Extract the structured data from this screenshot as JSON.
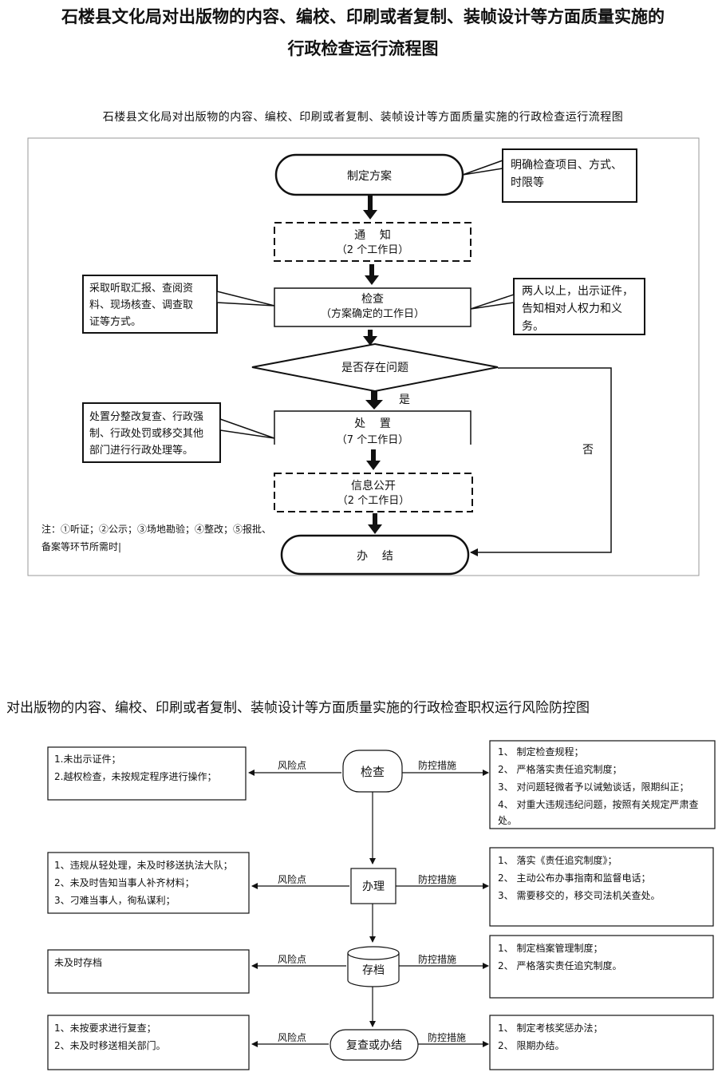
{
  "main_title": {
    "line1": "石楼县文化局对出版物的内容、编校、印刷或者复制、装帧设计等方面质量实施的",
    "line2": "行政检查运行流程图"
  },
  "flow1": {
    "title": "石楼县文化局对出版物的内容、编校、印刷或者复制、装帧设计等方面质量实施的行政检查运行流程图",
    "start": "制定方案",
    "start_note": [
      "明确检查项目、方式、",
      "时限等"
    ],
    "notify": [
      "通    知",
      "（2 个工作日）"
    ],
    "check": [
      "检查",
      "（方案确定的工作日）"
    ],
    "check_left_note": [
      "采取听取汇报、查阅资",
      "料、现场核查、调查取",
      "证等方式。"
    ],
    "check_right_note": [
      "两人以上，出示证件，",
      "告知相对人权力和义",
      "务。"
    ],
    "decision": "是否存在问题",
    "yes": "是",
    "no": "否",
    "handle": [
      "处    置",
      "（7 个工作日）"
    ],
    "handle_note": [
      "处置分整改复查、行政强",
      "制、行政处罚或移交其他",
      "部门进行行政处理等。"
    ],
    "publish": [
      "信息公开",
      "（2 个工作日）"
    ],
    "end": "办    结",
    "footnote": [
      "注：①听证；②公示；③场地勘验；④整改；⑤报批、",
      "备案等环节所需时|"
    ]
  },
  "flow2": {
    "title": "对出版物的内容、编校、印刷或者复制、装帧设计等方面质量实施的行政检查职权运行风险防控图",
    "risk_label": "风险点",
    "control_label": "防控措施",
    "rows": [
      {
        "node": "检查",
        "risks": [
          "1.未出示证件；",
          "2.越权检查，未按规定程序进行操作；"
        ],
        "controls": [
          "1、 制定检查规程；",
          "2、 严格落实责任追究制度；",
          "3、 对问题轻微者予以诫勉谈话，限期纠正；",
          "4、 对重大违规违纪问题，按照有关规定严肃查",
          "处。"
        ]
      },
      {
        "node": "办理",
        "risks": [
          "1、违规从轻处理，未及时移送执法大队；",
          "2、未及时告知当事人补齐材料；",
          "3、刁难当事人，徇私谋利；"
        ],
        "controls": [
          "1、 落实《责任追究制度》；",
          "2、 主动公布办事指南和监督电话；",
          "3、 需要移交的，移交司法机关查处。"
        ]
      },
      {
        "node": "存档",
        "risks": [
          "未及时存档"
        ],
        "controls": [
          "1、 制定档案管理制度；",
          "2、 严格落实责任追究制度。"
        ]
      },
      {
        "node": "复查或办结",
        "risks": [
          "1、未按要求进行复查；",
          "2、未及时移送相关部门。"
        ],
        "controls": [
          "1、 制定考核奖惩办法；",
          "2、 限期办结。"
        ]
      }
    ]
  }
}
